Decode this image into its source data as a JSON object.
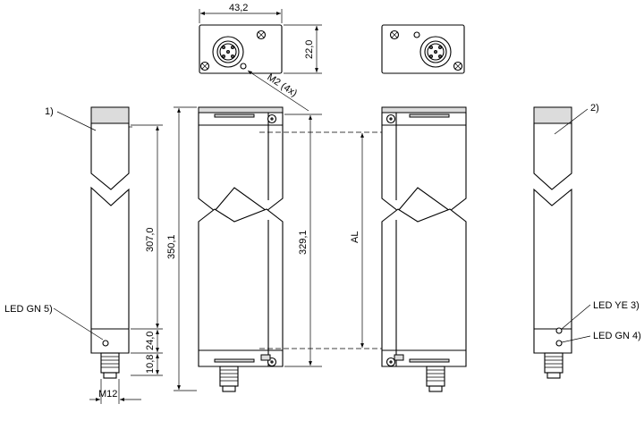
{
  "dimensions": {
    "width": "43,2",
    "height": "22,0",
    "thread": "M2 (4x)",
    "length_307": "307,0",
    "length_350": "350,1",
    "length_329": "329,1",
    "al": "AL",
    "d24": "24,0",
    "d108": "10,8",
    "connector": "M12"
  },
  "callouts": {
    "c1": "1)",
    "c2": "2)",
    "led_gn5": "LED GN 5)",
    "led_ye3": "LED YE 3)",
    "led_gn4": "LED GN 4)"
  }
}
